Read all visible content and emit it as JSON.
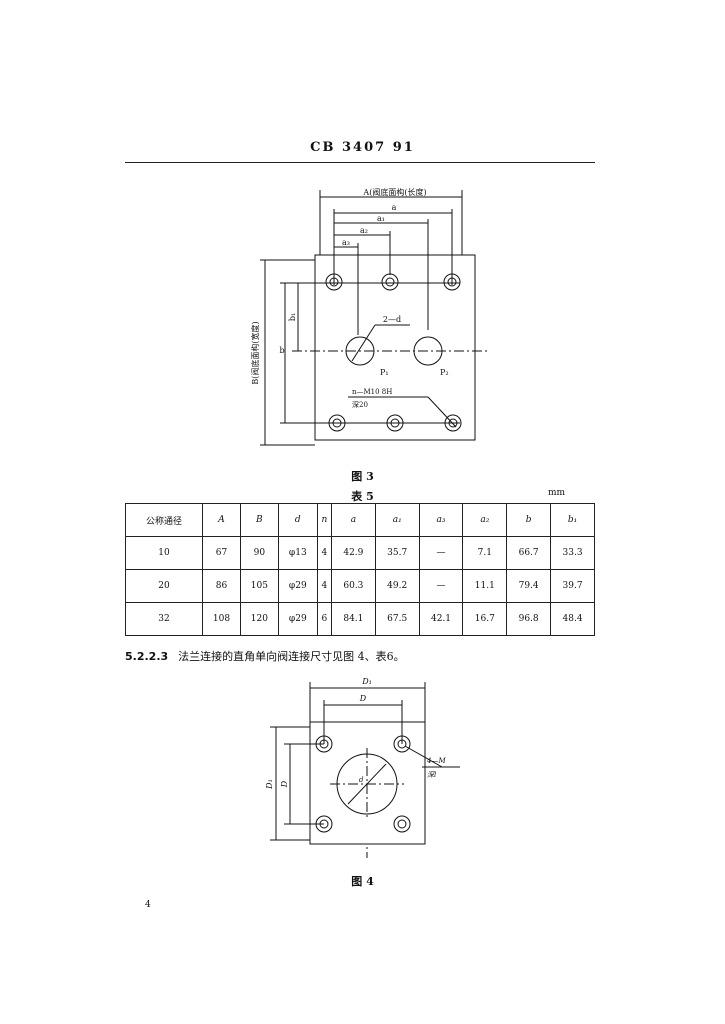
{
  "header": {
    "standard_no": "CB 3407 91"
  },
  "figure3": {
    "caption": "图 3",
    "labels": {
      "A": "A(阀底面构(长度)",
      "a": "a",
      "a1": "a₁",
      "a2": "a₂",
      "a3": "a₃",
      "B": "B(阀底面构(宽度)",
      "b": "b",
      "b1": "b₁",
      "two_d": "2—d",
      "P1": "P₁",
      "P2": "P₂",
      "thread": "n—M10  8H",
      "depth": "深20"
    }
  },
  "table5": {
    "title": "表 5",
    "unit": "mm",
    "headers": [
      "公称通径",
      "A",
      "B",
      "d",
      "n",
      "a",
      "a₁",
      "a₃",
      "a₂",
      "b",
      "b₁"
    ],
    "rows": [
      [
        "10",
        "67",
        "90",
        "φ13",
        "4",
        "42.9",
        "35.7",
        "—",
        "7.1",
        "66.7",
        "33.3"
      ],
      [
        "20",
        "86",
        "105",
        "φ29",
        "4",
        "60.3",
        "49.2",
        "—",
        "11.1",
        "79.4",
        "39.7"
      ],
      [
        "32",
        "108",
        "120",
        "φ29",
        "6",
        "84.1",
        "67.5",
        "42.1",
        "16.7",
        "96.8",
        "48.4"
      ]
    ]
  },
  "clause": {
    "number": "5.2.2.3",
    "text": "法兰连接的直角单向阀连接尺寸见图 4、表6。"
  },
  "figure4": {
    "caption": "图 4",
    "labels": {
      "D1_top": "D₁",
      "D_top": "D",
      "D1_left": "D₁",
      "D_left": "D",
      "bore": "d",
      "thread": "4—M",
      "depth": "深l"
    }
  },
  "footer": {
    "page_number": "4"
  }
}
